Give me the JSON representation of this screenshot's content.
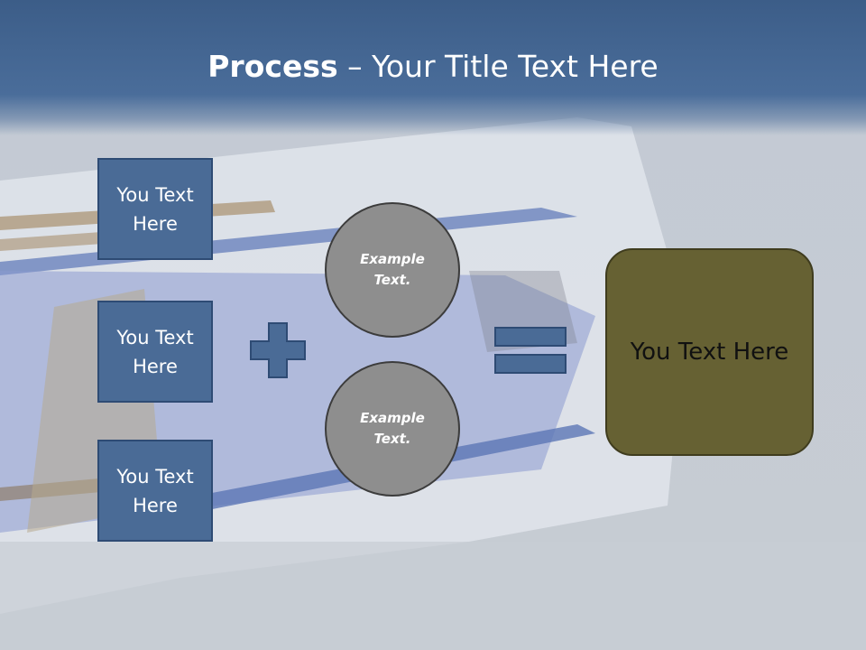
{
  "slide": {
    "title_bold": "Process",
    "title_rest": " – Your Title Text Here",
    "boxes": [
      {
        "label": "You Text Here"
      },
      {
        "label": "You Text Here"
      },
      {
        "label": "You Text Here"
      }
    ],
    "circles": [
      {
        "label": "Example Text."
      },
      {
        "label": "Example Text."
      }
    ],
    "result": {
      "label": "You Text Here"
    }
  },
  "colors": {
    "header": "#3c5d88",
    "box_fill": "#4a6b96",
    "circle_fill": "#8e8e8e",
    "result_fill": "#666133",
    "operator_fill": "#4a6b96"
  },
  "icons": {
    "operator_plus": "plus-icon",
    "operator_equals": "equals-icon"
  }
}
